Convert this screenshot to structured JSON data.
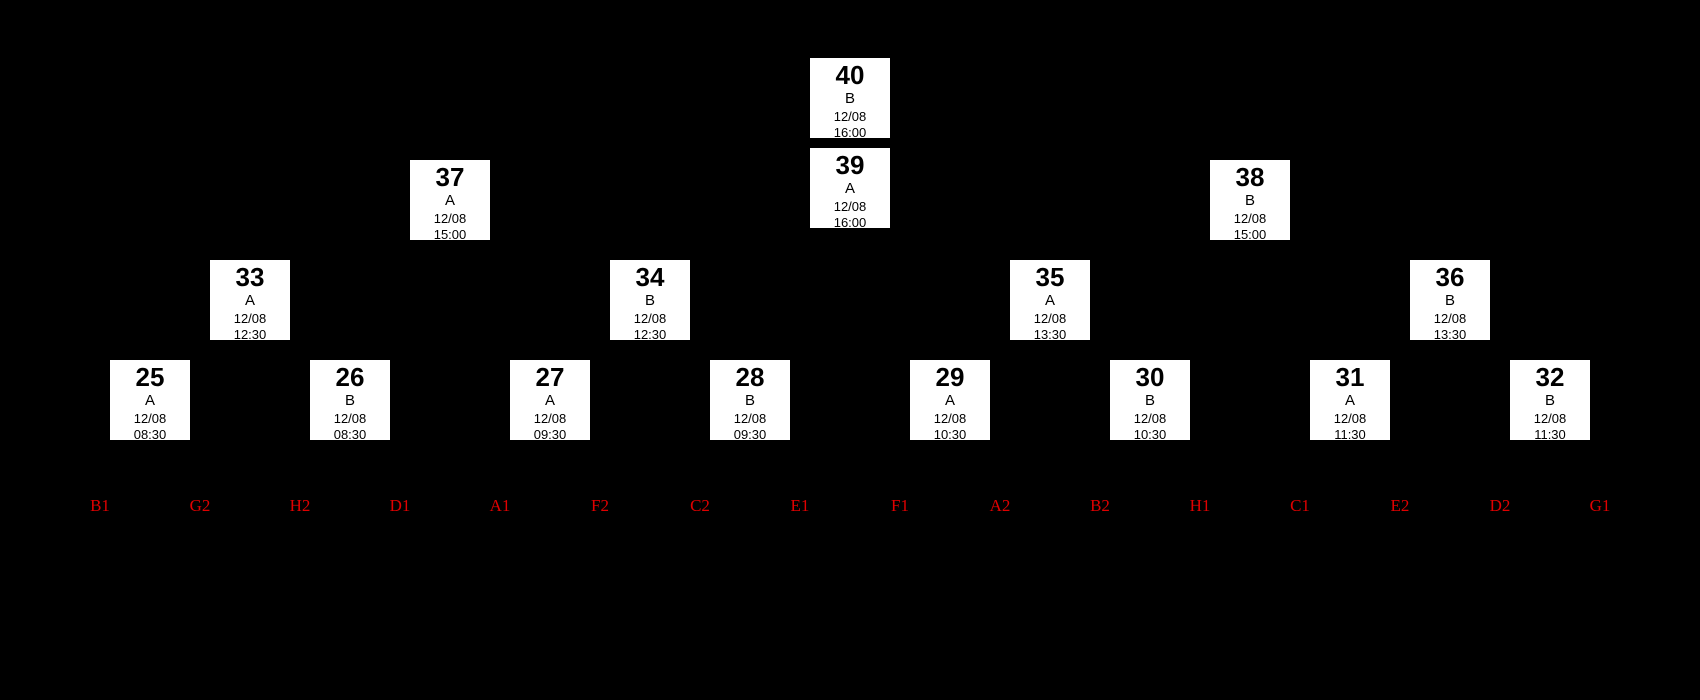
{
  "colors": {
    "background": "#000000",
    "box_bg": "#ffffff",
    "box_text": "#000000",
    "entrant_label": "#e00000"
  },
  "bracket": {
    "matches": [
      {
        "number": "25",
        "court": "A",
        "date": "12/08",
        "time": "08:30",
        "row": "1",
        "slot": 0
      },
      {
        "number": "26",
        "court": "B",
        "date": "12/08",
        "time": "08:30",
        "row": "1",
        "slot": 1
      },
      {
        "number": "27",
        "court": "A",
        "date": "12/08",
        "time": "09:30",
        "row": "1",
        "slot": 2
      },
      {
        "number": "28",
        "court": "B",
        "date": "12/08",
        "time": "09:30",
        "row": "1",
        "slot": 3
      },
      {
        "number": "29",
        "court": "A",
        "date": "12/08",
        "time": "10:30",
        "row": "1",
        "slot": 4
      },
      {
        "number": "30",
        "court": "B",
        "date": "12/08",
        "time": "10:30",
        "row": "1",
        "slot": 5
      },
      {
        "number": "31",
        "court": "A",
        "date": "12/08",
        "time": "11:30",
        "row": "1",
        "slot": 6
      },
      {
        "number": "32",
        "court": "B",
        "date": "12/08",
        "time": "11:30",
        "row": "1",
        "slot": 7
      },
      {
        "number": "33",
        "court": "A",
        "date": "12/08",
        "time": "12:30",
        "row": "2",
        "slot": 0
      },
      {
        "number": "34",
        "court": "B",
        "date": "12/08",
        "time": "12:30",
        "row": "2",
        "slot": 1
      },
      {
        "number": "35",
        "court": "A",
        "date": "12/08",
        "time": "13:30",
        "row": "2",
        "slot": 2
      },
      {
        "number": "36",
        "court": "B",
        "date": "12/08",
        "time": "13:30",
        "row": "2",
        "slot": 3
      },
      {
        "number": "37",
        "court": "A",
        "date": "12/08",
        "time": "15:00",
        "row": "3",
        "slot": 0
      },
      {
        "number": "38",
        "court": "B",
        "date": "12/08",
        "time": "15:00",
        "row": "3",
        "slot": 1
      },
      {
        "number": "39",
        "court": "A",
        "date": "12/08",
        "time": "16:00",
        "row": "4",
        "slot": 0
      },
      {
        "number": "40",
        "court": "B",
        "date": "12/08",
        "time": "16:00",
        "row": "5",
        "slot": 0
      }
    ],
    "entrants": [
      "B1",
      "G2",
      "H2",
      "D1",
      "A1",
      "F2",
      "C2",
      "E1",
      "F1",
      "A2",
      "B2",
      "H1",
      "C1",
      "E2",
      "D2",
      "G1"
    ]
  }
}
